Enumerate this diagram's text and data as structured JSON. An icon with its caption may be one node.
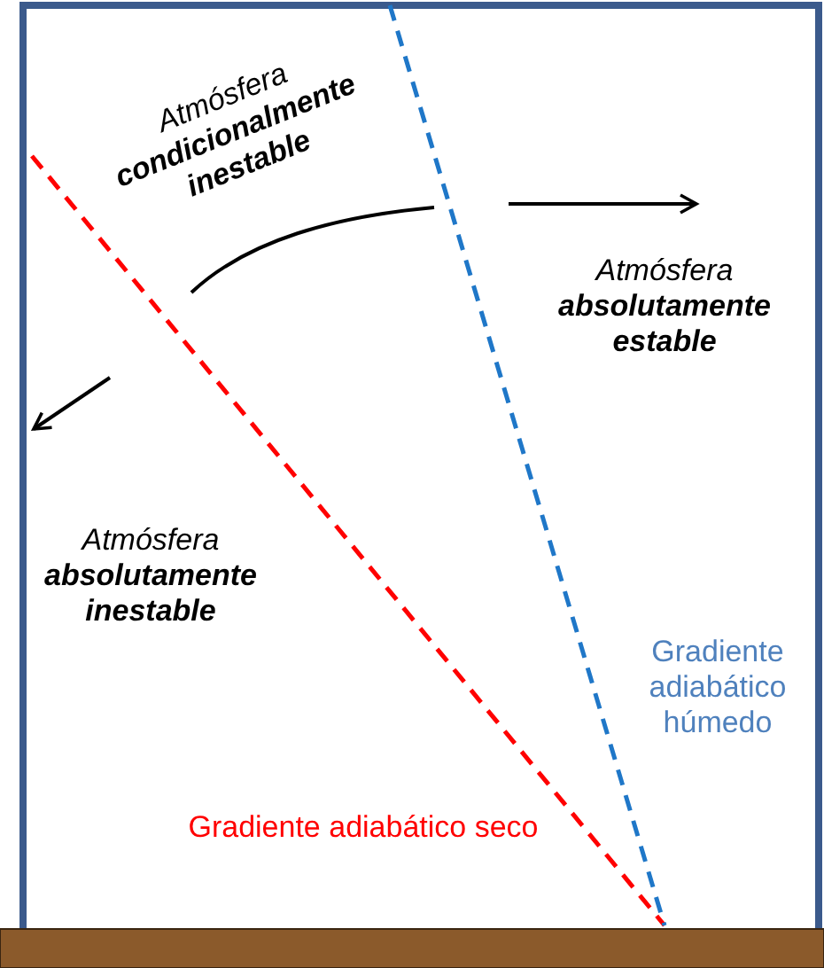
{
  "diagram": {
    "labels": [
      "Atmósfera **condicionalmente inestable**",
      "Atmósfera **absolutamente estable**",
      "Atmósfera **absolutamente inestable**",
      "Gradiente adiabático húmedo",
      "Gradiente adiabático seco"
    ]
  }
}
